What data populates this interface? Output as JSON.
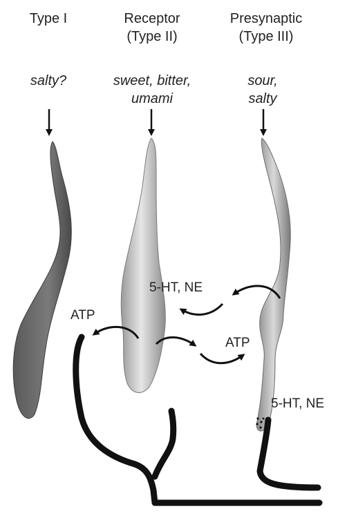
{
  "columns": [
    {
      "header_line1": "Type I",
      "header_line2": "",
      "taste_line1": "salty?",
      "taste_line2": ""
    },
    {
      "header_line1": "Receptor",
      "header_line2": "(Type II)",
      "taste_line1": "sweet, bitter,",
      "taste_line2": "umami"
    },
    {
      "header_line1": "Presynaptic",
      "header_line2": "(Type III)",
      "taste_line1": "sour,",
      "taste_line2": "salty"
    }
  ],
  "labels": {
    "ht_ne_upper": "5-HT, NE",
    "atp_left": "ATP",
    "atp_right": "ATP",
    "ht_ne_lower": "5-HT, NE"
  },
  "colors": {
    "type1_cell": "#6f6f6f",
    "receptor_cell": "#cfcfcf",
    "presynaptic_cell": "#bdbdbd",
    "nerve": "#111111",
    "arrow": "#111111"
  }
}
